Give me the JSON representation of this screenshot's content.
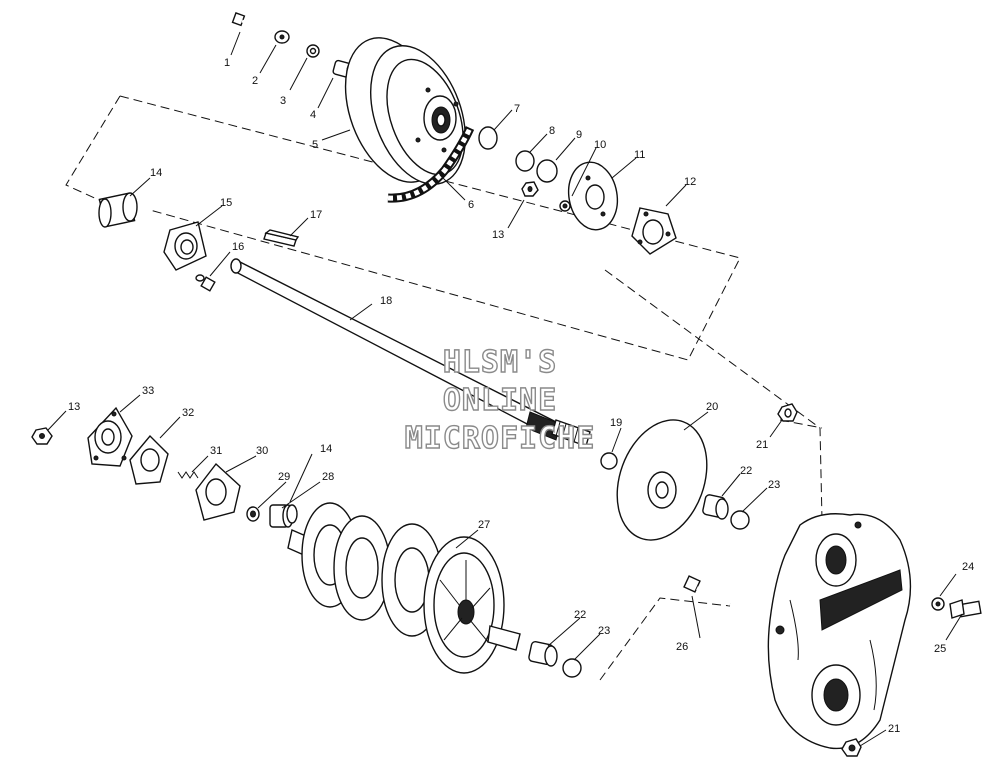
{
  "watermark": {
    "line1": "HLSM'S",
    "line2": "ONLINE",
    "line3": "MICROFICHE"
  },
  "callouts": [
    "1",
    "2",
    "3",
    "4",
    "5",
    "6",
    "7",
    "8",
    "9",
    "10",
    "11",
    "12",
    "13",
    "14",
    "15",
    "16",
    "17",
    "18",
    "19",
    "20",
    "21",
    "22",
    "23",
    "24",
    "25",
    "26",
    "27",
    "28",
    "29",
    "30",
    "31",
    "32",
    "33",
    "13",
    "14",
    "21",
    "22",
    "23"
  ]
}
